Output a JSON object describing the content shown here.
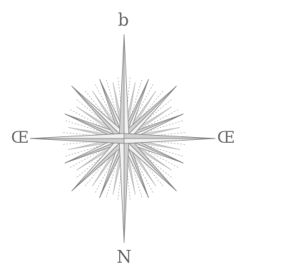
{
  "labels": {
    "top": "b",
    "bottom": "N",
    "left": "Œ",
    "right": "Œ"
  },
  "colors": {
    "background": "#ffffff",
    "ray_fill": "#d0d0d0",
    "ray_stroke": "#8c8c8c",
    "minor_ray": "#c4c4c4",
    "dotted_ray": "#a8a8a8",
    "label": "#6a6a6a"
  }
}
